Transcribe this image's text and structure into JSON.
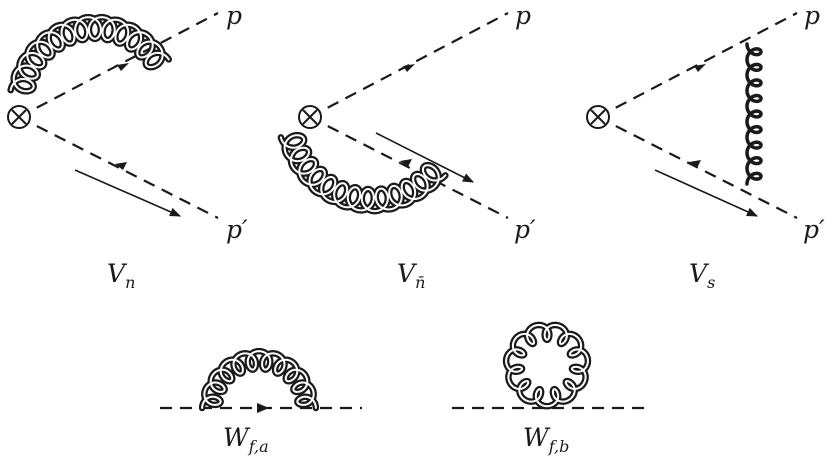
{
  "diagrams": [
    {
      "id": "Vn",
      "label": "V",
      "subscript": "n",
      "outgoing_top": "p",
      "outgoing_bottom": "p′"
    },
    {
      "id": "Vnbar",
      "label": "V",
      "subscript": "n̄",
      "outgoing_top": "p",
      "outgoing_bottom": "p′"
    },
    {
      "id": "Vs",
      "label": "V",
      "subscript": "s",
      "outgoing_top": "p",
      "outgoing_bottom": "p′"
    },
    {
      "id": "Wfa",
      "label": "W",
      "subscript": "f,a"
    },
    {
      "id": "Wfb",
      "label": "W",
      "subscript": "f,b"
    }
  ],
  "vertex_symbol": "⊗",
  "colors": {
    "ink": "#1a1a1a",
    "background": "#ffffff"
  }
}
